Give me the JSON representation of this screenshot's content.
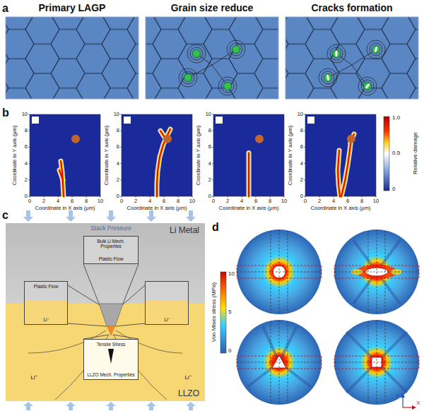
{
  "diagram": {
    "nodes": [
      {
        "text": [
          "Li Metal"
        ]
      },
      {
        "text": [
          "LLZO"
        ]
      },
      {
        "text": [
          "Bulk Li Mech. Properties",
          "Plastic Flow"
        ],
        "in": 0
      },
      {
        "text": [
          "Plastic Flow",
          "Li⁺"
        ]
      },
      {
        "text": [
          "Li⁺"
        ]
      },
      {
        "text": [
          "Tensile Stress",
          "LLZO Mech. Properties"
        ],
        "in": 1
      }
    ],
    "labels": [
      "a",
      "Primary LAGP",
      "Grain size reduce",
      "Cracks formation",
      "b",
      "Coordinate in Y axis (μm)",
      "Coordinate in X axis (μm)",
      "0",
      "2",
      "4",
      "6",
      "8",
      "10",
      "0",
      "2",
      "4",
      "6",
      "8",
      "10",
      "Coordinate in Y axis (μm)",
      "Coordinate in X axis (μm)",
      "0",
      "2",
      "4",
      "6",
      "8",
      "10",
      "0",
      "2",
      "4",
      "6",
      "8",
      "10",
      "Coordinate in Y axis (μm)",
      "Coordinate in X axis (μm)",
      "0",
      "2",
      "4",
      "6",
      "8",
      "10",
      "0",
      "2",
      "4",
      "6",
      "8",
      "10",
      "Coordinate in Y axis (μm)",
      "Coordinate in X axis (μm)",
      "0",
      "2",
      "4",
      "6",
      "8",
      "10",
      "0",
      "2",
      "4",
      "6",
      "8",
      "10",
      "1.0",
      "0.5",
      "0",
      "Relative damage",
      "c",
      "Stack Pressure",
      "Li⁺",
      "Li⁺",
      "d",
      "Von Mises stress (MPa)",
      "10",
      "5",
      "0",
      "Y",
      "X"
    ]
  }
}
